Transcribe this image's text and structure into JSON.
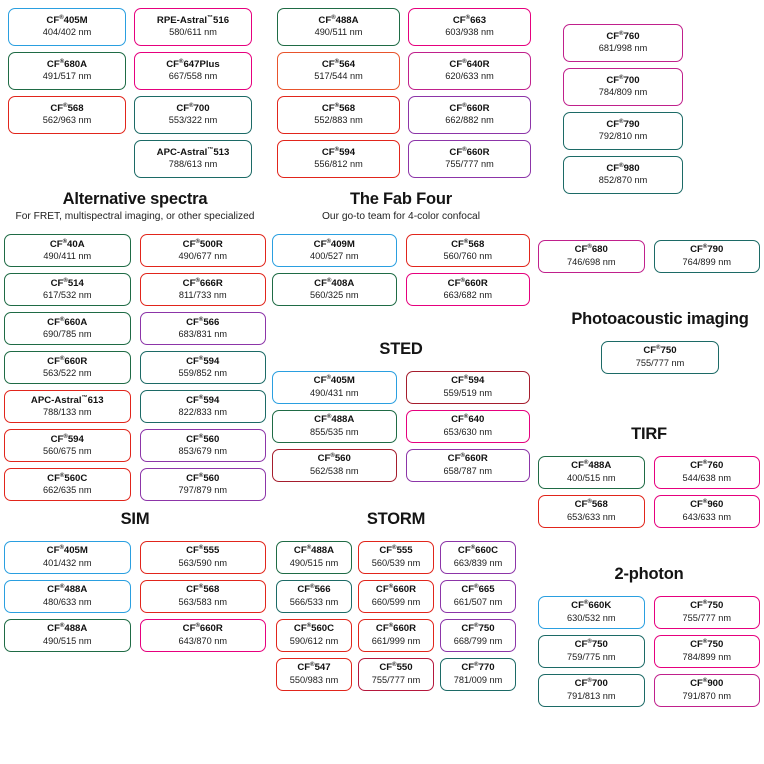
{
  "palette": {
    "blue": "#2a9fe0",
    "green": "#1f6b45",
    "red": "#e1251b",
    "orange": "#e8542c",
    "pink": "#e6007e",
    "magenta": "#c0208c",
    "purple": "#8c35a8",
    "violet": "#7b2d8e",
    "teal": "#1c6a66",
    "darkred": "#a51d2d",
    "crimson": "#b5173c"
  },
  "sections": [
    {
      "id": "top-group-1",
      "title": "",
      "subtitle": "",
      "columns": 2,
      "cards": [
        {
          "dye": "CF",
          "sup": "®",
          "num": "405M",
          "spec": "404/402 nm",
          "color": "blue"
        },
        {
          "dye": "RPE-Astral",
          "sup": "™",
          "num": "516",
          "spec": "580/611 nm",
          "color": "pink"
        },
        {
          "dye": "CF",
          "sup": "®",
          "num": "680A",
          "spec": "491/517 nm",
          "color": "green"
        },
        {
          "dye": "CF",
          "sup": "®",
          "num": "647Plus",
          "spec": "667/558 nm",
          "color": "pink"
        },
        {
          "dye": "CF",
          "sup": "®",
          "num": "568",
          "spec": "562/963 nm",
          "color": "red"
        },
        {
          "dye": "CF",
          "sup": "®",
          "num": "700",
          "spec": "553/322 nm",
          "color": "teal"
        },
        {
          "dye": "",
          "sup": "",
          "num": "",
          "spec": "",
          "color": "none"
        },
        {
          "dye": "APC-Astral",
          "sup": "™",
          "num": "513",
          "spec": "788/613 nm",
          "color": "teal"
        }
      ]
    },
    {
      "id": "top-group-2",
      "title": "",
      "subtitle": "",
      "columns": 2,
      "cards": [
        {
          "dye": "CF",
          "sup": "®",
          "num": "488A",
          "spec": "490/511 nm",
          "color": "green"
        },
        {
          "dye": "CF",
          "sup": "®",
          "num": "663",
          "spec": "603/938 nm",
          "color": "pink"
        },
        {
          "dye": "CF",
          "sup": "®",
          "num": "564",
          "spec": "517/544 nm",
          "color": "orange"
        },
        {
          "dye": "CF",
          "sup": "®",
          "num": "640R",
          "spec": "620/633 nm",
          "color": "magenta"
        },
        {
          "dye": "CF",
          "sup": "®",
          "num": "568",
          "spec": "552/883 nm",
          "color": "red"
        },
        {
          "dye": "CF",
          "sup": "®",
          "num": "660R",
          "spec": "662/882 nm",
          "color": "purple"
        },
        {
          "dye": "CF",
          "sup": "®",
          "num": "594",
          "spec": "556/812 nm",
          "color": "red"
        },
        {
          "dye": "CF",
          "sup": "®",
          "num": "660R",
          "spec": "755/777 nm",
          "color": "purple"
        }
      ]
    },
    {
      "id": "top-group-3",
      "title": "",
      "subtitle": "",
      "columns": 1,
      "cards": [
        {
          "dye": "CF",
          "sup": "®",
          "num": "760",
          "spec": "681/998 nm",
          "color": "magenta"
        },
        {
          "dye": "CF",
          "sup": "®",
          "num": "700",
          "spec": "784/809 nm",
          "color": "magenta"
        },
        {
          "dye": "CF",
          "sup": "®",
          "num": "790",
          "spec": "792/810 nm",
          "color": "teal"
        },
        {
          "dye": "CF",
          "sup": "®",
          "num": "980",
          "spec": "852/870 nm",
          "color": "teal"
        }
      ]
    },
    {
      "id": "alternative-spectra",
      "title": "Alternative spectra",
      "subtitle": "For FRET, multispectral imaging, or other specialized",
      "columns": 2,
      "cards": [
        {
          "dye": "CF",
          "sup": "®",
          "num": "40A",
          "spec": "490/411 nm",
          "color": "green"
        },
        {
          "dye": "CF",
          "sup": "®",
          "num": "500R",
          "spec": "490/677 nm",
          "color": "red"
        },
        {
          "dye": "CF",
          "sup": "®",
          "num": "514",
          "spec": "617/532 nm",
          "color": "green"
        },
        {
          "dye": "CF",
          "sup": "®",
          "num": "666R",
          "spec": "811/733 nm",
          "color": "red"
        },
        {
          "dye": "CF",
          "sup": "®",
          "num": "660A",
          "spec": "690/785 nm",
          "color": "green"
        },
        {
          "dye": "CF",
          "sup": "®",
          "num": "566",
          "spec": "683/831 nm",
          "color": "purple"
        },
        {
          "dye": "CF",
          "sup": "®",
          "num": "660R",
          "spec": "563/522 nm",
          "color": "green"
        },
        {
          "dye": "CF",
          "sup": "®",
          "num": "594",
          "spec": "559/852 nm",
          "color": "teal"
        },
        {
          "dye": "APC-Astral",
          "sup": "™",
          "num": "613",
          "spec": "788/133 nm",
          "color": "red"
        },
        {
          "dye": "CF",
          "sup": "®",
          "num": "594",
          "spec": "822/833 nm",
          "color": "teal"
        },
        {
          "dye": "CF",
          "sup": "®",
          "num": "594",
          "spec": "560/675 nm",
          "color": "red"
        },
        {
          "dye": "CF",
          "sup": "®",
          "num": "560",
          "spec": "853/679 nm",
          "color": "purple"
        },
        {
          "dye": "CF",
          "sup": "®",
          "num": "560C",
          "spec": "662/635 nm",
          "color": "red"
        },
        {
          "dye": "CF",
          "sup": "®",
          "num": "560",
          "spec": "797/879 nm",
          "color": "purple"
        }
      ]
    },
    {
      "id": "the-fab-four",
      "title": "The Fab Four",
      "subtitle": "Our go-to team for 4-color confocal",
      "columns": 2,
      "cards": [
        {
          "dye": "CF",
          "sup": "®",
          "num": "409M",
          "spec": "400/527 nm",
          "color": "blue"
        },
        {
          "dye": "CF",
          "sup": "®",
          "num": "568",
          "spec": "560/760 nm",
          "color": "red"
        },
        {
          "dye": "CF",
          "sup": "®",
          "num": "408A",
          "spec": "560/325 nm",
          "color": "green"
        },
        {
          "dye": "CF",
          "sup": "®",
          "num": "660R",
          "spec": "663/682 nm",
          "color": "pink"
        }
      ]
    },
    {
      "id": "sted",
      "title": "STED",
      "subtitle": "",
      "columns": 2,
      "cards": [
        {
          "dye": "CF",
          "sup": "®",
          "num": "405M",
          "spec": "490/431 nm",
          "color": "blue"
        },
        {
          "dye": "CF",
          "sup": "®",
          "num": "594",
          "spec": "559/519 nm",
          "color": "darkred"
        },
        {
          "dye": "CF",
          "sup": "®",
          "num": "488A",
          "spec": "855/535 nm",
          "color": "green"
        },
        {
          "dye": "CF",
          "sup": "®",
          "num": "640",
          "spec": "653/630 nm",
          "color": "pink"
        },
        {
          "dye": "CF",
          "sup": "®",
          "num": "560",
          "spec": "562/538 nm",
          "color": "darkred"
        },
        {
          "dye": "CF",
          "sup": "®",
          "num": "660R",
          "spec": "658/787 nm",
          "color": "purple"
        }
      ]
    },
    {
      "id": "sim",
      "title": "SIM",
      "subtitle": "",
      "columns": 2,
      "cards": [
        {
          "dye": "CF",
          "sup": "®",
          "num": "405M",
          "spec": "401/432 nm",
          "color": "blue"
        },
        {
          "dye": "CF",
          "sup": "®",
          "num": "555",
          "spec": "563/590 nm",
          "color": "red"
        },
        {
          "dye": "CF",
          "sup": "®",
          "num": "488A",
          "spec": "480/633 nm",
          "color": "blue"
        },
        {
          "dye": "CF",
          "sup": "®",
          "num": "568",
          "spec": "563/583 nm",
          "color": "red"
        },
        {
          "dye": "CF",
          "sup": "®",
          "num": "488A",
          "spec": "490/515 nm",
          "color": "green"
        },
        {
          "dye": "CF",
          "sup": "®",
          "num": "660R",
          "spec": "643/870 nm",
          "color": "pink"
        }
      ]
    },
    {
      "id": "storm",
      "title": "STORM",
      "subtitle": "",
      "columns": 3,
      "cards": [
        {
          "dye": "CF",
          "sup": "®",
          "num": "488A",
          "spec": "490/515 nm",
          "color": "green"
        },
        {
          "dye": "CF",
          "sup": "®",
          "num": "555",
          "spec": "560/539 nm",
          "color": "red"
        },
        {
          "dye": "CF",
          "sup": "®",
          "num": "660C",
          "spec": "663/839 nm",
          "color": "purple"
        },
        {
          "dye": "CF",
          "sup": "®",
          "num": "566",
          "spec": "566/533 nm",
          "color": "teal"
        },
        {
          "dye": "CF",
          "sup": "®",
          "num": "660R",
          "spec": "660/599 nm",
          "color": "red"
        },
        {
          "dye": "CF",
          "sup": "®",
          "num": "665",
          "spec": "661/507 nm",
          "color": "purple"
        },
        {
          "dye": "CF",
          "sup": "®",
          "num": "560C",
          "spec": "590/612 nm",
          "color": "red"
        },
        {
          "dye": "CF",
          "sup": "®",
          "num": "660R",
          "spec": "661/999 nm",
          "color": "red"
        },
        {
          "dye": "CF",
          "sup": "®",
          "num": "750",
          "spec": "668/799 nm",
          "color": "purple"
        },
        {
          "dye": "CF",
          "sup": "®",
          "num": "547",
          "spec": "550/983 nm",
          "color": "red"
        },
        {
          "dye": "CF",
          "sup": "®",
          "num": "550",
          "spec": "755/777 nm",
          "color": "crimson"
        },
        {
          "dye": "CF",
          "sup": "®",
          "num": "770",
          "spec": "781/009 nm",
          "color": "teal"
        }
      ]
    },
    {
      "id": "right-pair",
      "title": "",
      "subtitle": "",
      "columns": 2,
      "cards": [
        {
          "dye": "CF",
          "sup": "®",
          "num": "680",
          "spec": "746/698 nm",
          "color": "magenta"
        },
        {
          "dye": "CF",
          "sup": "®",
          "num": "790",
          "spec": "764/899 nm",
          "color": "teal"
        }
      ]
    },
    {
      "id": "photoacoustic-imaging",
      "title": "Photoacoustic imaging",
      "subtitle": "",
      "columns": 1,
      "cards": [
        {
          "dye": "CF",
          "sup": "®",
          "num": "750",
          "spec": "755/777 nm",
          "color": "teal"
        }
      ]
    },
    {
      "id": "tirf",
      "title": "TIRF",
      "subtitle": "",
      "columns": 2,
      "cards": [
        {
          "dye": "CF",
          "sup": "®",
          "num": "488A",
          "spec": "400/515 nm",
          "color": "green"
        },
        {
          "dye": "CF",
          "sup": "®",
          "num": "760",
          "spec": "544/638 nm",
          "color": "pink"
        },
        {
          "dye": "CF",
          "sup": "®",
          "num": "568",
          "spec": "653/633 nm",
          "color": "red"
        },
        {
          "dye": "CF",
          "sup": "®",
          "num": "960",
          "spec": "643/633 nm",
          "color": "pink"
        }
      ]
    },
    {
      "id": "two-photon",
      "title": "2-photon",
      "subtitle": "",
      "columns": 2,
      "cards": [
        {
          "dye": "CF",
          "sup": "®",
          "num": "660K",
          "spec": "630/532 nm",
          "color": "blue"
        },
        {
          "dye": "CF",
          "sup": "®",
          "num": "750",
          "spec": "755/777 nm",
          "color": "pink"
        },
        {
          "dye": "CF",
          "sup": "®",
          "num": "750",
          "spec": "759/775 nm",
          "color": "teal"
        },
        {
          "dye": "CF",
          "sup": "®",
          "num": "750",
          "spec": "784/899 nm",
          "color": "pink"
        },
        {
          "dye": "CF",
          "sup": "®",
          "num": "700",
          "spec": "791/813 nm",
          "color": "teal"
        },
        {
          "dye": "CF",
          "sup": "®",
          "num": "900",
          "spec": "791/870 nm",
          "color": "magenta"
        }
      ]
    }
  ]
}
